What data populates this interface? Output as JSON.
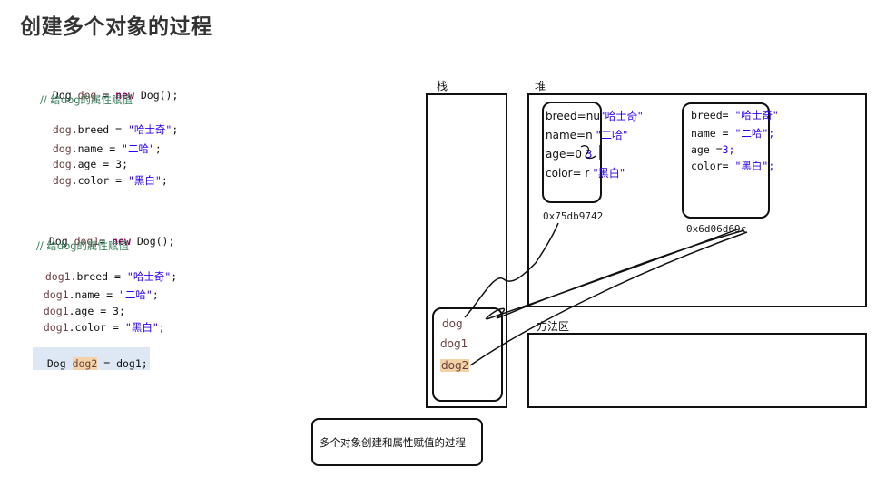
{
  "title": "创建多个对象的过程",
  "code1": {
    "line1": {
      "type": "Dog",
      "var": "dog",
      "eq": " = ",
      "kw": "new",
      "rest": " Dog();"
    },
    "comment": "// 给dog的属性赋值",
    "breed": {
      "obj": "dog",
      "field": ".breed",
      "eq": " = ",
      "val": "\"哈士奇\"",
      "end": ";"
    },
    "name": {
      "obj": "dog",
      "field": ".name",
      "eq": " = ",
      "val": "\"二哈\"",
      "end": ";"
    },
    "age": {
      "obj": "dog",
      "field": ".age",
      "eq": " = ",
      "val": "3",
      "end": ";"
    },
    "color": {
      "obj": "dog",
      "field": ".color",
      "eq": " = ",
      "val": "\"黑白\"",
      "end": ";"
    }
  },
  "code2": {
    "line1": {
      "type": "Dog",
      "var": "dog1",
      "eq": "= ",
      "kw": "new",
      "rest": " Dog();"
    },
    "comment": "// 给dog的属性赋值",
    "breed": {
      "obj": "dog1",
      "field": ".breed",
      "eq": " = ",
      "val": "\"哈士奇\"",
      "end": ";"
    },
    "name": {
      "obj": "dog1",
      "field": ".name",
      "eq": " = ",
      "val": "\"二哈\"",
      "end": ";"
    },
    "age": {
      "obj": "dog1",
      "field": ".age",
      "eq": " = ",
      "val": "3",
      "end": ";"
    },
    "color": {
      "obj": "dog1",
      "field": ".color",
      "eq": " = ",
      "val": "\"黑白\"",
      "end": ";"
    }
  },
  "code3": {
    "type": "Dog",
    "var": "dog2",
    "eq": " = ",
    "rest": "dog1;"
  },
  "labels": {
    "stack": "栈",
    "heap": "堆",
    "method_area": "方法区"
  },
  "obj1": {
    "breed_k": "breed=nu",
    "breed_v": "\"哈士奇\"",
    "name_k": "name=n",
    "name_v": "\"二哈\"",
    "age_k": "age=0",
    "age_v": "3",
    "color_k": "color= r",
    "color_v": "\"黑白\"",
    "address": "0x75db9742"
  },
  "obj2": {
    "breed_k": "breed=",
    "breed_v": " \"哈士奇\"",
    "name_k": "name = ",
    "name_v": "\"二哈\";",
    "age_k": "age =",
    "age_v": "3;",
    "color_k": "color= ",
    "color_v": "\"黑白\";",
    "address": "0x6d06d69c"
  },
  "stack_vars": [
    "dog",
    "dog1",
    "dog2"
  ],
  "caption": "多个对象创建和属性赋值的过程"
}
